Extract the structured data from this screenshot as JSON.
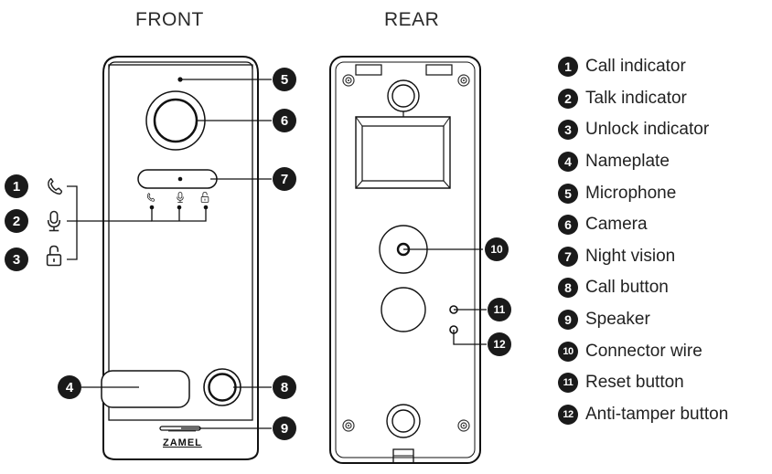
{
  "titles": {
    "front": "FRONT",
    "rear": "REAR"
  },
  "brand": "ZAMEL",
  "legend": [
    {
      "number": "1",
      "label": "Call indicator"
    },
    {
      "number": "2",
      "label": "Talk indicator"
    },
    {
      "number": "3",
      "label": "Unlock indicator"
    },
    {
      "number": "4",
      "label": "Nameplate"
    },
    {
      "number": "5",
      "label": "Microphone"
    },
    {
      "number": "6",
      "label": "Camera"
    },
    {
      "number": "7",
      "label": "Night vision"
    },
    {
      "number": "8",
      "label": "Call button"
    },
    {
      "number": "9",
      "label": "Speaker"
    },
    {
      "number": "10",
      "label": "Connector wire"
    },
    {
      "number": "11",
      "label": "Reset button"
    },
    {
      "number": "12",
      "label": "Anti-tamper button"
    }
  ],
  "callouts": {
    "c1": "1",
    "c2": "2",
    "c3": "3",
    "c4": "4",
    "c5": "5",
    "c6": "6",
    "c7": "7",
    "c8": "8",
    "c9": "9",
    "c10": "10",
    "c11": "11",
    "c12": "12"
  },
  "icons": {
    "call": "phone-icon",
    "talk": "microphone-icon",
    "unlock": "padlock-open-icon"
  }
}
